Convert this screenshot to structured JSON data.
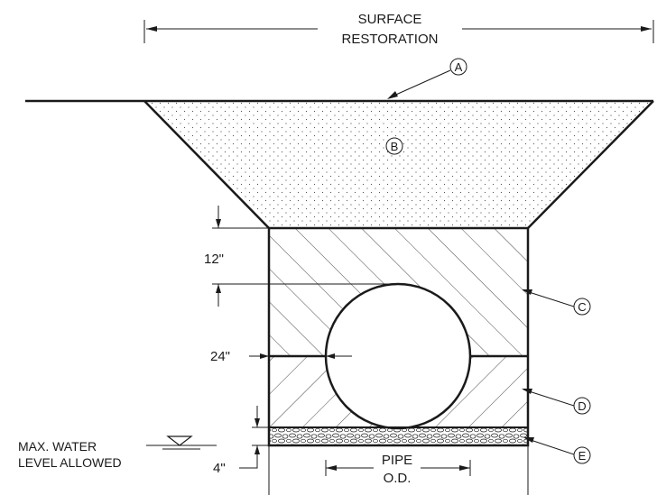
{
  "title": {
    "line1": "SURFACE",
    "line2": "RESTORATION"
  },
  "callouts": {
    "a": "A",
    "b": "B",
    "c": "C",
    "d": "D",
    "e": "E"
  },
  "dimensions": {
    "cover_depth": "12\"",
    "spring_line": "24\"",
    "bedding_depth": "4\""
  },
  "water_level": {
    "line1": "MAX. WATER",
    "line2": "LEVEL ALLOWED"
  },
  "pipe_od": {
    "line1": "PIPE",
    "line2": "O.D."
  },
  "colors": {
    "line": "#1a1a1a",
    "background": "#ffffff"
  }
}
